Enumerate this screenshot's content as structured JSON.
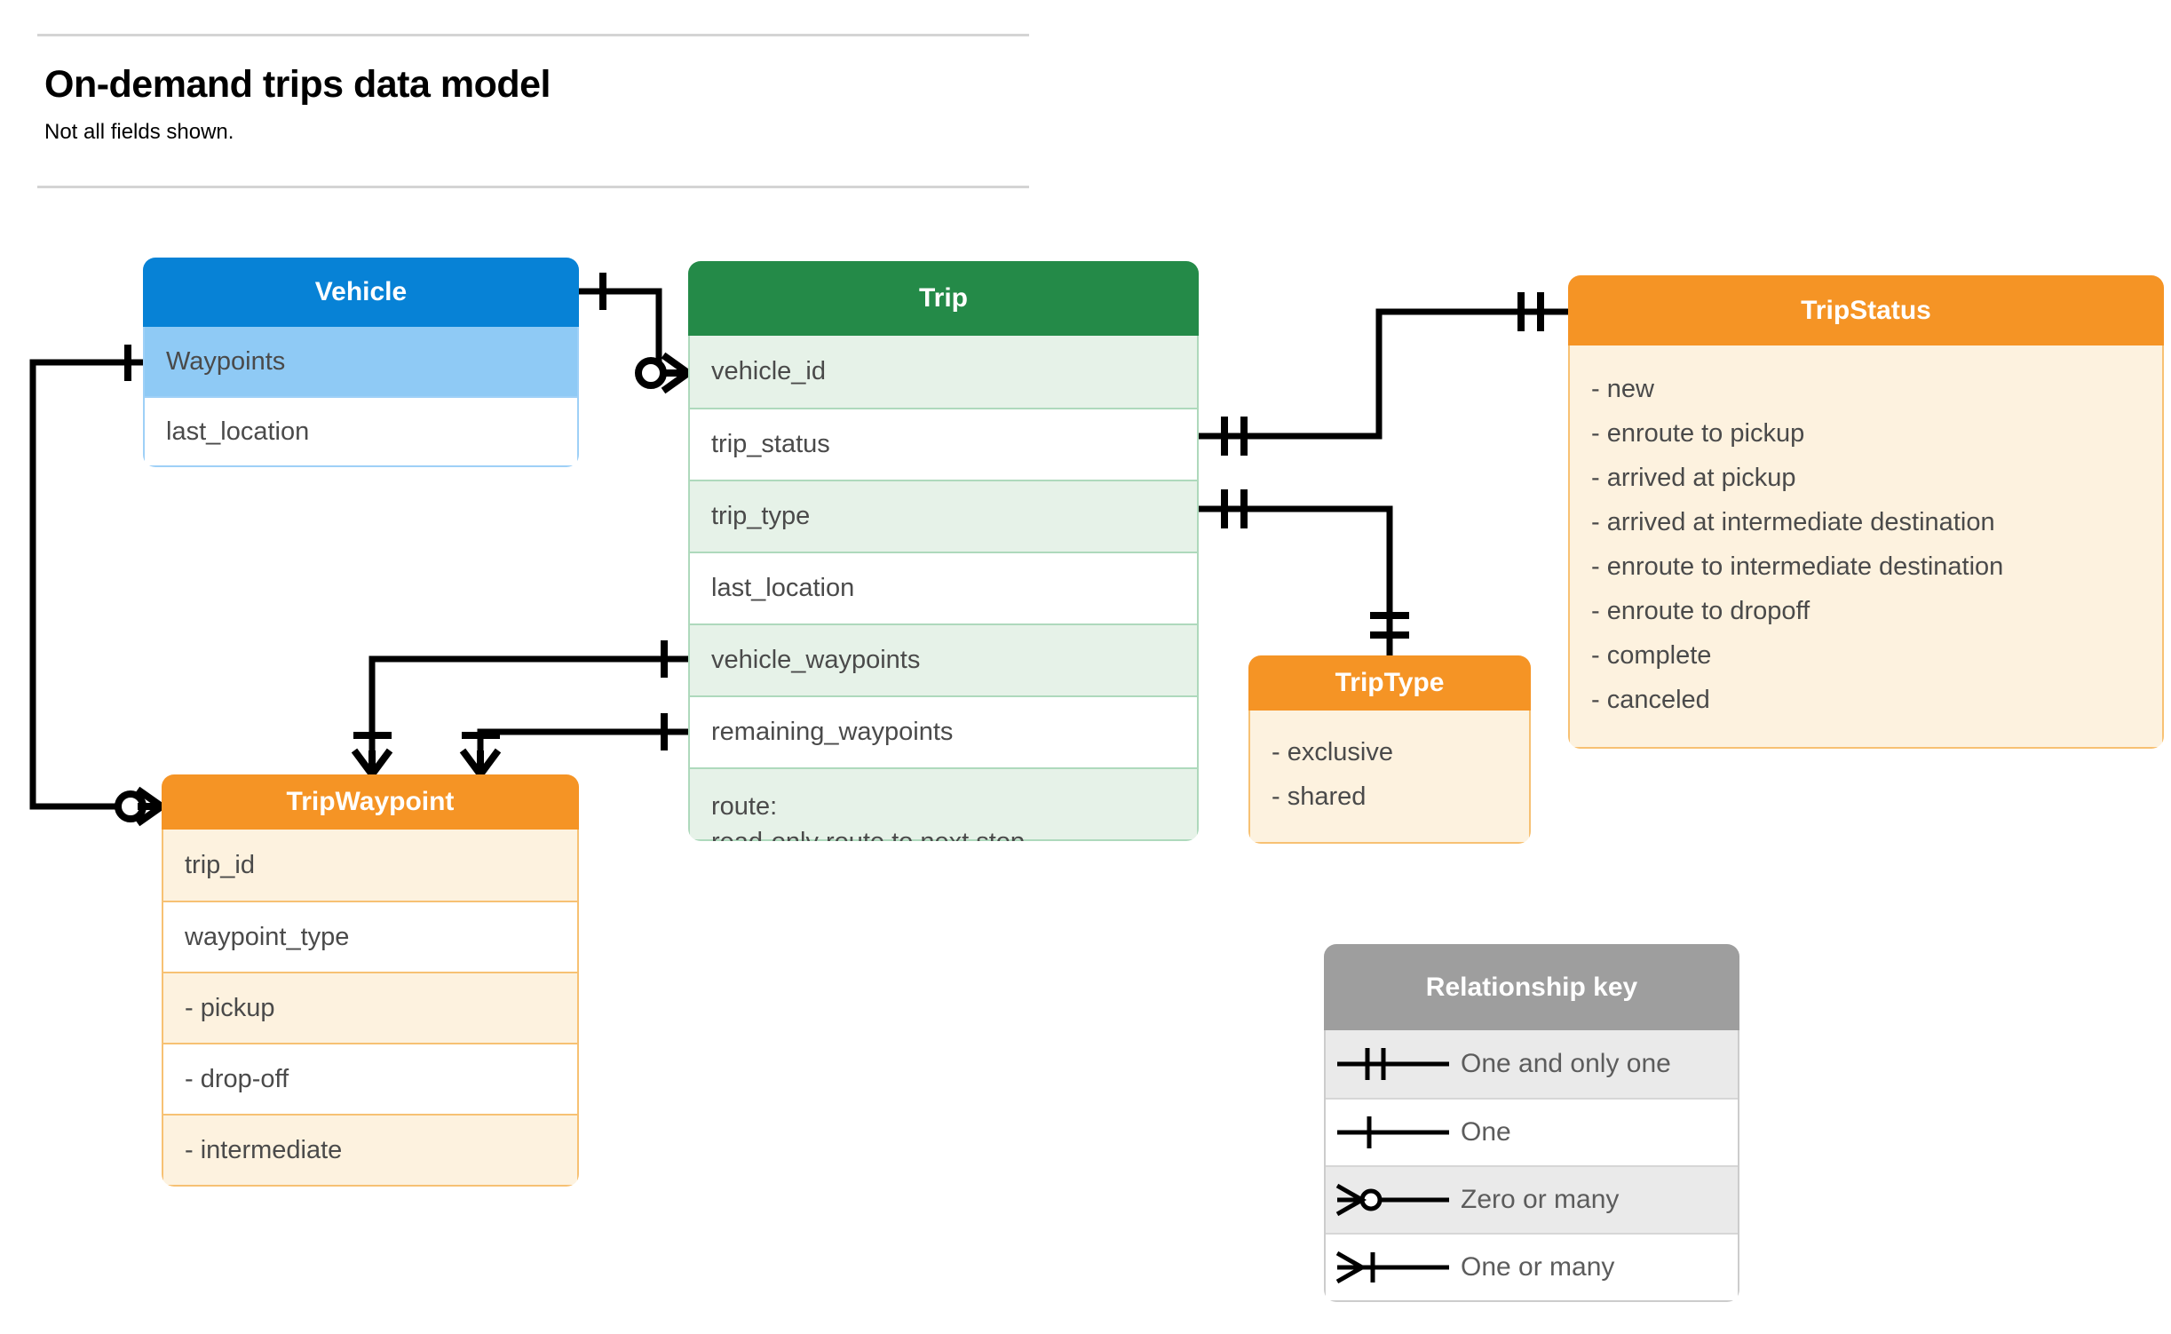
{
  "header": {
    "title": "On-demand trips data model",
    "subtitle": "Not all fields shown."
  },
  "entities": {
    "vehicle": {
      "name": "Vehicle",
      "header_color": "#0782d6",
      "rows": [
        {
          "label": "Waypoints"
        },
        {
          "label": "last_location"
        }
      ]
    },
    "trip": {
      "name": "Trip",
      "header_color": "#248a48",
      "rows": [
        {
          "label": "vehicle_id"
        },
        {
          "label": "trip_status"
        },
        {
          "label": "trip_type"
        },
        {
          "label": "last_location"
        },
        {
          "label": "vehicle_waypoints"
        },
        {
          "label": "remaining_waypoints"
        },
        {
          "label": "route:",
          "label2": "read-only route to next stop"
        }
      ]
    },
    "tripwaypoint": {
      "name": "TripWaypoint",
      "header_color": "#f59425",
      "rows": [
        {
          "label": "trip_id"
        },
        {
          "label": "waypoint_type"
        },
        {
          "label": "-  pickup"
        },
        {
          "label": "-  drop-off"
        },
        {
          "label": "-  intermediate"
        }
      ]
    },
    "tripstatus": {
      "name": "TripStatus",
      "header_color": "#f59425",
      "values": [
        "- new",
        "- enroute to pickup",
        "- arrived at pickup",
        "- arrived at intermediate destination",
        "- enroute to intermediate destination",
        "- enroute to dropoff",
        "- complete",
        "- canceled"
      ]
    },
    "triptype": {
      "name": "TripType",
      "header_color": "#f59425",
      "values": [
        "- exclusive",
        "- shared"
      ]
    }
  },
  "legend": {
    "title": "Relationship key",
    "rows": [
      {
        "glyph": "one-and-only-one-icon",
        "label": "One and only one"
      },
      {
        "glyph": "one-icon",
        "label": "One"
      },
      {
        "glyph": "zero-or-many-icon",
        "label": "Zero or many"
      },
      {
        "glyph": "one-or-many-icon",
        "label": "One or many"
      }
    ]
  },
  "relationships": [
    {
      "from": "Vehicle",
      "from_card": "One",
      "to": "Trip.vehicle_id",
      "to_card": "Zero or many"
    },
    {
      "from": "Vehicle.Waypoints",
      "from_card": "One",
      "to": "TripWaypoint",
      "to_card": "Zero or many"
    },
    {
      "from": "Trip.trip_status",
      "from_card": "One and only one",
      "to": "TripStatus",
      "to_card": "One and only one"
    },
    {
      "from": "Trip.trip_type",
      "from_card": "One and only one",
      "to": "TripType",
      "to_card": "One and only one"
    },
    {
      "from": "Trip.vehicle_waypoints",
      "from_card": "One",
      "to": "TripWaypoint",
      "to_card": "One or many"
    },
    {
      "from": "Trip.remaining_waypoints",
      "from_card": "One",
      "to": "TripWaypoint",
      "to_card": "One or many"
    }
  ]
}
